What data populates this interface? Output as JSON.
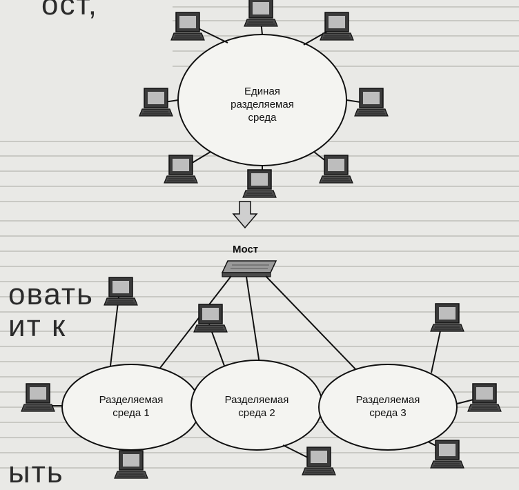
{
  "overlay_text": {
    "top_fragment": "ост,",
    "mid1": "овать",
    "mid2": "ит к",
    "bottom_fragment": "ыть"
  },
  "diagram": {
    "top_segment_label": [
      "Единая",
      "разделяемая",
      "среда"
    ],
    "bridge_label": "Мост",
    "segments": [
      {
        "line1": "Разделяемая",
        "line2": "среда 1"
      },
      {
        "line1": "Разделяемая",
        "line2": "среда 2"
      },
      {
        "line1": "Разделяемая",
        "line2": "среда 3"
      }
    ]
  }
}
